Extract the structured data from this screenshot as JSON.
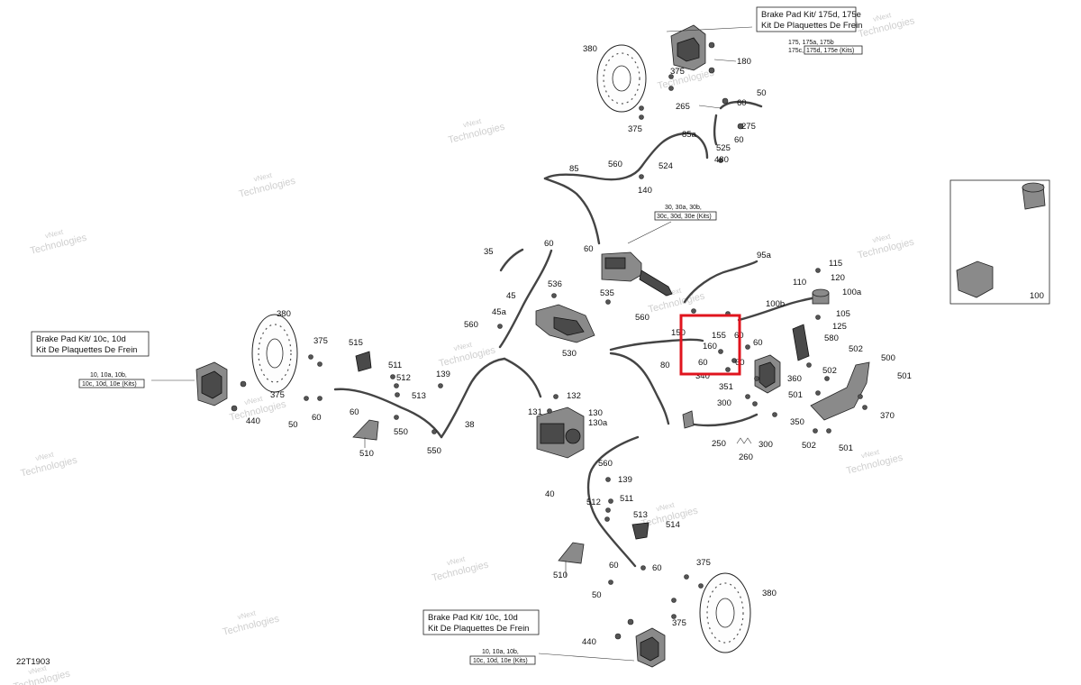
{
  "diagram_code": "22T1903",
  "watermark": [
    "vNext",
    "Technologies"
  ],
  "kit_boxes": {
    "top_right": {
      "line1": "Brake Pad Kit/ 175d, 175e",
      "line2": "Kit De Plaquettes De Frein",
      "ref1": "175, 175a, 175b",
      "ref2a": "175c,",
      "ref2b": "175d, 175e (Kits)"
    },
    "left": {
      "line1": "Brake Pad Kit/ 10c, 10d",
      "line2": "Kit De Plaquettes De Frein",
      "ref1": "10, 10a, 10b,",
      "ref2": "10c, 10d, 10e (Kits)"
    },
    "bottom": {
      "line1": "Brake Pad Kit/ 10c, 10d",
      "line2": "Kit De Plaquettes De Frein",
      "ref1": "10, 10a, 10b,",
      "ref2": "10c, 10d, 10e (Kits)"
    },
    "master": {
      "ref1": "30, 30a, 30b,",
      "ref2": "30c, 30d, 30e (Kits)"
    }
  },
  "highlight_color": "#e0141e",
  "parts": {
    "p380a": "380",
    "p375a": "375",
    "p180": "180",
    "p375b": "375",
    "p265": "265",
    "p50a": "50",
    "p60a": "60",
    "p275": "275",
    "p60b": "60",
    "p85a": "85a",
    "p525": "525",
    "p524": "524",
    "p480": "480",
    "p560a": "560",
    "p85": "85",
    "p140": "140",
    "p35": "35",
    "p60c": "60",
    "p60d": "60",
    "p95a": "95a",
    "p115": "115",
    "p110": "110",
    "p120": "120",
    "p100a": "100a",
    "p105": "105",
    "p125": "125",
    "p100b": "100b",
    "p536": "536",
    "p45": "45",
    "p535": "535",
    "p45a": "45a",
    "p560b": "560",
    "p560c": "560",
    "p530": "530",
    "p150": "150",
    "p155": "155",
    "p60e": "60",
    "p160": "160",
    "p60f": "60",
    "p80": "80",
    "p60g": "60",
    "p340": "340",
    "p351": "351",
    "p60h": "60",
    "p580": "580",
    "p502a": "502",
    "p500": "500",
    "p360": "360",
    "p502b": "502",
    "p501a": "501",
    "p501b": "501",
    "p370": "370",
    "p300a": "300",
    "p350": "350",
    "p250": "250",
    "p300b": "300",
    "p260": "260",
    "p502c": "502",
    "p501c": "501",
    "p100": "100",
    "p380b": "380",
    "p375c": "375",
    "p515": "515",
    "p375d": "375",
    "p511a": "511",
    "p512a": "512",
    "p513a": "513",
    "p139a": "139",
    "p60i": "60",
    "p60j": "60",
    "p50b": "50",
    "p440a": "440",
    "p550a": "550",
    "p550b": "550",
    "p510a": "510",
    "p38": "38",
    "p132": "132",
    "p131": "131",
    "p130": "130",
    "p130a": "130a",
    "p560d": "560",
    "p139b": "139",
    "p40": "40",
    "p512b": "512",
    "p511b": "511",
    "p513b": "513",
    "p514": "514",
    "p510b": "510",
    "p60k": "60",
    "p60l": "60",
    "p50c": "50",
    "p375e": "375",
    "p375f": "375",
    "p380c": "380",
    "p440b": "440"
  }
}
